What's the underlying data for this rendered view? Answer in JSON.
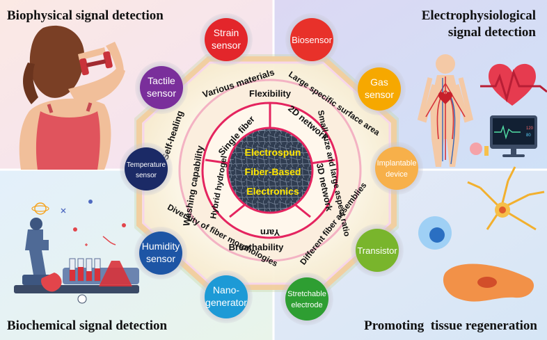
{
  "quadrants": {
    "top_left": "Biophysical signal detection",
    "top_right_line1": "Electrophysiological",
    "top_right_line2": "signal detection",
    "bottom_left": "Biochemical signal detection",
    "bottom_right": "Promoting  tissue regeneration"
  },
  "center": {
    "line1": "Electrospun",
    "line2": "Fiber-Based",
    "line3": "Electronics"
  },
  "inner_ring": {
    "single_fiber": "Single fiber",
    "network_2d": "2D network",
    "network_3d": "3D network",
    "yarn": "Yarn",
    "hybrid_hydrogel": "Hybrid hydrogel"
  },
  "properties": {
    "flexibility": "Flexibility",
    "various_materials": "Various materials",
    "large_area": "Large specific surface area",
    "aspect_ratio": "Small size and large aspect ratio",
    "assemblies": "Different fiber assemblies",
    "breathability": "Breathability",
    "morphologies": "Diversity of fiber morphologies",
    "washing": "Washing capability",
    "self_healing": "Self-healing"
  },
  "devices": {
    "strain_1": "Strain",
    "strain_2": "sensor",
    "biosensor": "Biosensor",
    "gas_1": "Gas",
    "gas_2": "sensor",
    "implant_1": "Implantable",
    "implant_2": "device",
    "transistor": "Transistor",
    "stretch_1": "Stretchable",
    "stretch_2": "electrode",
    "nano_1": "Nano-",
    "nano_2": "generator",
    "humidity_1": "Humidity",
    "humidity_2": "sensor",
    "temp_1": "Temperature",
    "temp_2": "sensor",
    "tactile_1": "Tactile",
    "tactile_2": "sensor"
  },
  "monitor": {
    "line1": "120",
    "line2": "80"
  },
  "colors": {
    "strain": "#e3262b",
    "biosensor": "#e8312a",
    "gas": "#f6a800",
    "implant": "#f7b04a",
    "transistor": "#79b52c",
    "stretch": "#2e9e32",
    "nano": "#1d9ad6",
    "humidity": "#1d55a5",
    "temp": "#1b2a66",
    "tactile": "#7a2f9b",
    "center_text": "#ffe600"
  }
}
